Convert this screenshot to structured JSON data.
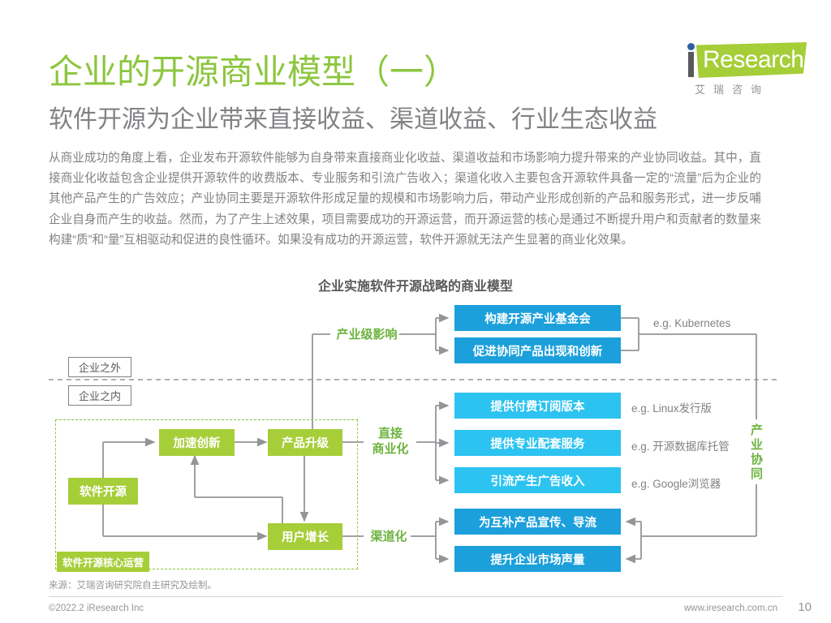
{
  "header": {
    "title": "企业的开源商业模型（一）",
    "subtitle": "软件开源为企业带来直接收益、渠道收益、行业生态收益",
    "title_color": "#8CC63E",
    "subtitle_color": "#808285"
  },
  "logo": {
    "mark_letter": "i",
    "wordmark": "Research",
    "chinese": "艾瑞咨询",
    "green": "#A6CE39",
    "dot_color": "#2E5FA3"
  },
  "body": {
    "paragraph": "从商业成功的角度上看，企业发布开源软件能够为自身带来直接商业化收益、渠道收益和市场影响力提升带来的产业协同收益。其中，直接商业化收益包含企业提供开源软件的收费版本、专业服务和引流广告收入；渠道化收入主要包含开源软件具备一定的“流量”后为企业的其他产品产生的广告效应；产业协同主要是开源软件形成足量的规模和市场影响力后，带动产业形成创新的产品和服务形式，进一步反哺企业自身而产生的收益。然而，为了产生上述效果，项目需要成功的开源运营，而开源运营的核心是通过不断提升用户和贡献者的数量来构建“质”和“量”互相驱动和促进的良性循环。如果没有成功的开源运营，软件开源就无法产生显著的商业化效果。"
  },
  "chart_data": {
    "type": "diagram",
    "title": "企业实施软件开源战略的商业模型",
    "zones": [
      {
        "id": "outside",
        "label": "企业之外"
      },
      {
        "id": "inside",
        "label": "企业之内"
      }
    ],
    "core_region_label": "软件开源核心运营",
    "green_nodes": [
      {
        "id": "open-source",
        "label": "软件开源"
      },
      {
        "id": "accelerate-innovation",
        "label": "加速创新"
      },
      {
        "id": "product-upgrade",
        "label": "产品升级"
      },
      {
        "id": "user-growth",
        "label": "用户增长"
      }
    ],
    "branch_labels": [
      {
        "id": "industry-impact",
        "label": "产业级影响"
      },
      {
        "id": "direct-commercialization",
        "label_line1": "直接",
        "label_line2": "商业化"
      },
      {
        "id": "channelization",
        "label": "渠道化"
      }
    ],
    "vertical_label": {
      "id": "industry-synergy",
      "label": "产业协同",
      "chars": "产业协同"
    },
    "outcome_nodes": [
      {
        "id": "found-foundation",
        "label": "构建开源产业基金会",
        "color": "#1BA0DB",
        "example": "e.g. Kubernetes"
      },
      {
        "id": "synergy-products",
        "label": "促进协同产品出现和创新",
        "color": "#1BA0DB",
        "example": ""
      },
      {
        "id": "paid-subscription",
        "label": "提供付费订阅版本",
        "color": "#2CC3F0",
        "example": "e.g. Linux发行版"
      },
      {
        "id": "professional-services",
        "label": "提供专业配套服务",
        "color": "#2CC3F0",
        "example": "e.g. 开源数据库托管"
      },
      {
        "id": "ad-revenue",
        "label": "引流产生广告收入",
        "color": "#2CC3F0",
        "example": "e.g. Google浏览器"
      },
      {
        "id": "promote-complementary",
        "label": "为互补产品宣传、导流",
        "color": "#1BA0DB",
        "example": ""
      },
      {
        "id": "brand-voice",
        "label": "提升企业市场声量",
        "color": "#1BA0DB",
        "example": ""
      }
    ],
    "colors": {
      "green": "#A6CE39",
      "green_text": "#6EB43F",
      "blue_dark": "#1BA0DB",
      "blue_light": "#2CC3F0",
      "connector": "#939598"
    }
  },
  "footer": {
    "source": "来源：艾瑞咨询研究院自主研究及绘制。",
    "copyright": "©2022.2 iResearch Inc",
    "website": "www.iresearch.com.cn",
    "page_number": "10"
  }
}
